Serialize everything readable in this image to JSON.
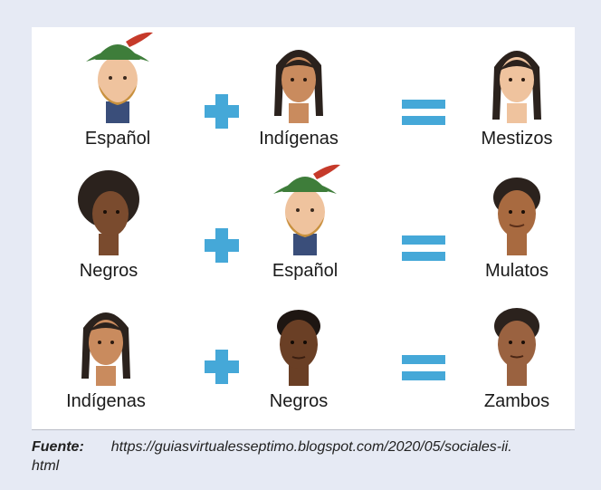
{
  "rows": [
    {
      "first": "Español",
      "second": "Indígenas",
      "result": "Mestizos"
    },
    {
      "first": "Negros",
      "second": "Español",
      "result": "Mulatos"
    },
    {
      "first": "Indígenas",
      "second": "Negros",
      "result": "Zambos"
    }
  ],
  "source": {
    "label": "Fuente:",
    "url": "https://guiasvirtualesseptimo.blogspot.com/2020/05/sociales-ii.",
    "url_cont": "html"
  },
  "colors": {
    "operator": "#45a8d8",
    "hat": "#3e7d3a",
    "feather": "#c63a2a",
    "beard": "#c8913e",
    "skin_light": "#efc39e",
    "skin_medium": "#c98b5e",
    "skin_dark": "#7a4b2e",
    "hair_dark": "#2b221d"
  }
}
